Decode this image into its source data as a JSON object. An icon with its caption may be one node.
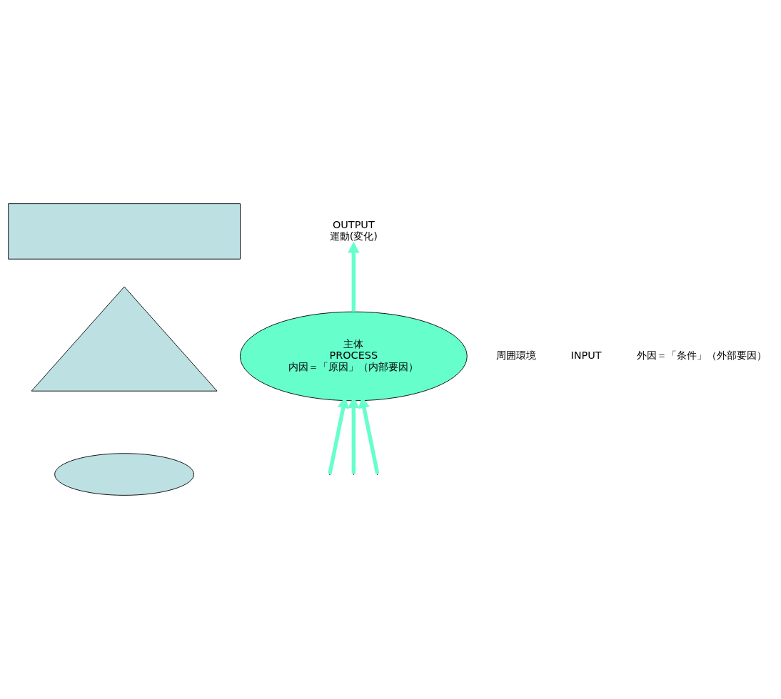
{
  "diagram": {
    "nodes": [
      {
        "text": [],
        "shape": "ellipse"
      },
      {
        "text": [],
        "shape": "triangle"
      },
      {
        "text": [
          "OUTPUT",
          "運動(変化)"
        ]
      },
      {
        "text": [
          "主体",
          "PROCESS",
          "内因＝「原因」（内部要因）"
        ]
      },
      {
        "text": [],
        "shape": "box"
      }
    ],
    "edges": [
      {
        "from": 3,
        "to": 2,
        "arrow": "to"
      },
      {
        "from": null,
        "to": 3,
        "arrow": "to"
      },
      {
        "from": null,
        "to": 3,
        "arrow": "to"
      },
      {
        "from": null,
        "to": 3,
        "arrow": "to"
      }
    ],
    "labels": [
      "周囲環境",
      "INPUT",
      "外因＝「条件」（外部要因）"
    ]
  }
}
